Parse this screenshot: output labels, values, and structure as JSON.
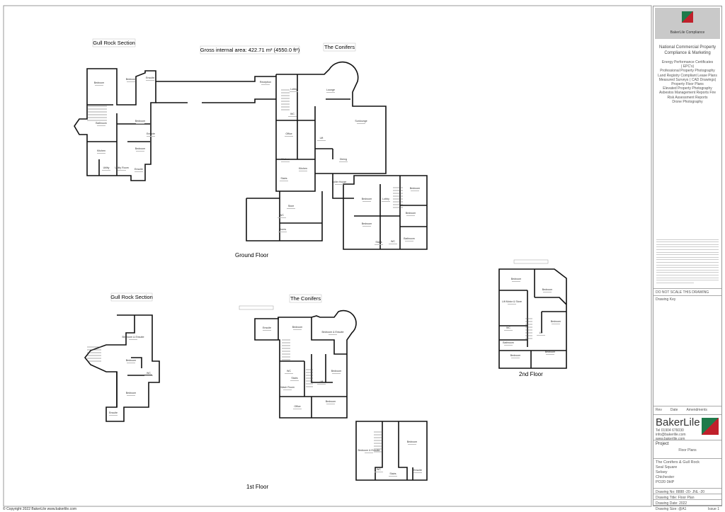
{
  "labels": {
    "gull_rock_ground": "Gull Rock Section",
    "gross_area": "Gross internal area: 422.71 m² (4550.0 ft²)",
    "conifers_ground": "The Conifers",
    "ground_floor": "Ground Floor",
    "gull_rock_first": "Gull Rock Section",
    "conifers_first": "The Conifers",
    "first_floor": "1st Floor",
    "second_floor": "2nd Floor"
  },
  "rooms": {
    "ground": [
      "Bedroom",
      "Bedroom",
      "Ensuite",
      "Bathroom",
      "Bedroom",
      "Ensuite",
      "Kitchen",
      "Bedroom",
      "Utility",
      "Utility Room",
      "Ensuite",
      "Reception",
      "Lobby",
      "Lounge",
      "WC",
      "Sunlounge",
      "Office",
      "Lift",
      "Dining",
      "Kitchen",
      "Kitchen",
      "Stairs",
      "Boiler House",
      "Store",
      "WC",
      "Stores",
      "Bedroom",
      "Lobby",
      "Bedroom",
      "Bedroom",
      "Bedroom",
      "Stairs",
      "WC",
      "Bathroom"
    ],
    "first": [
      "Bedroom & Ensuite",
      "Bedroom",
      "WC",
      "Bedroom",
      "Ensuite",
      "Ensuite",
      "Bedroom",
      "Bedroom & Ensuite",
      "WC",
      "Bedroom",
      "Stairs",
      "Wash Room",
      "Lift",
      "Office",
      "Bedroom",
      "Bedroom & Ensuite",
      "Bedroom",
      "WC",
      "Stairs",
      "Ensuite"
    ],
    "second": [
      "Bedroom",
      "Bedroom",
      "Lift Motor & Store",
      "Bedroom",
      "WC",
      "Lift",
      "Bathroom",
      "Bedroom",
      "Bedroom"
    ]
  },
  "panel": {
    "logo_caption": "BakerLile Compliance",
    "tagline": "National Commercial Property Compliance & Marketing",
    "services": [
      "Energy Performance Certificates",
      "( EPC's)",
      "Professional Property Photography",
      "Land Registry Compliant Lease Plans",
      "Measured Surveys ( CAD Drawings)",
      "Property Floor Plans",
      "Elevated Property Photography",
      "Asbestos Management Reports Fire",
      "Risk Assessment Reports",
      "Drone Photography"
    ],
    "do_not_scale": "DO NOT SCALE THIS DRAWING",
    "drawing_key": "Drawing Key",
    "rev_headers": [
      "Rev",
      "Date",
      "Amendments"
    ],
    "brand": "BakerLile",
    "contact": [
      "Tel 01904 676030",
      "info@bakerlile.com",
      "www.bakerlile.com"
    ],
    "project_label": "Project",
    "project_value": "Floor Plans",
    "address": [
      "The Conifers & Gull Rock",
      "Seal Square",
      "Selsey",
      "Chichester",
      "PO20 0HP"
    ],
    "drawing_no_label": "Drawing No:",
    "drawing_no": "8888 -20- JNL -20",
    "drawing_title_label": "Drawing Title:",
    "drawing_title": "Floor Plan",
    "drawing_date_label": "Drawing Date:",
    "drawing_date": "2022",
    "drawing_size_label": "Drawing Size:",
    "drawing_size": "@A1",
    "issue_label": "Issue",
    "issue": "1"
  },
  "footer": "© Copyright 2022 BakerLile  www.bakerlile.com",
  "colors": {
    "brand_green": "#1f7a4a",
    "brand_red": "#c0202b",
    "logo_bg": "#c9c9c9"
  }
}
